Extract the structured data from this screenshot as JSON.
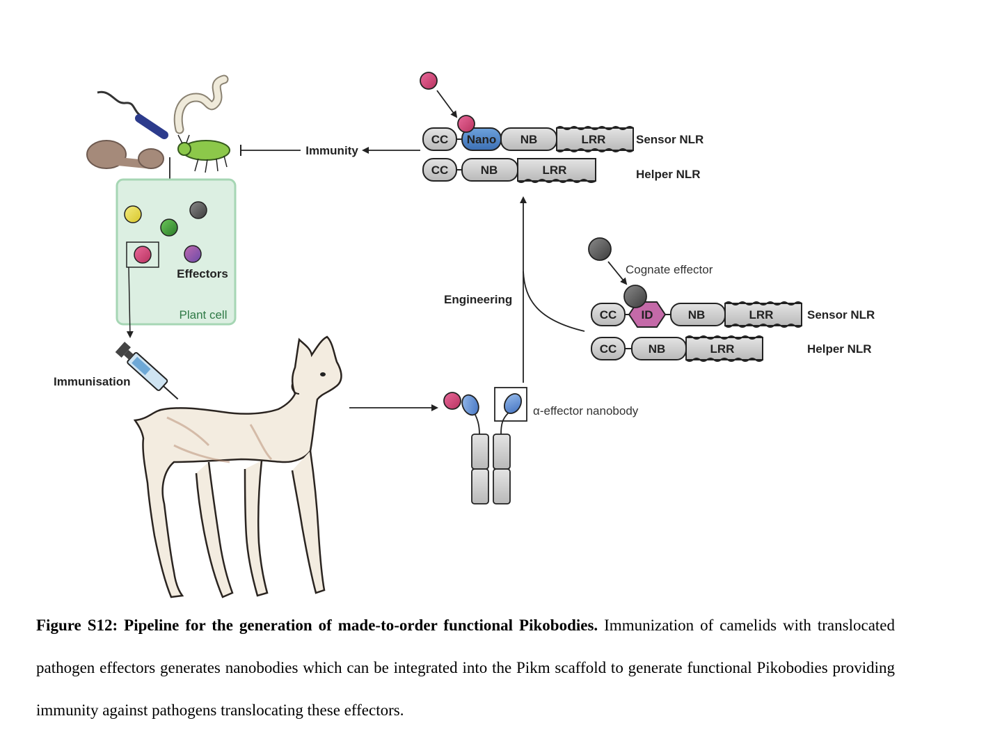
{
  "figure": {
    "labels": {
      "immunity": "Immunity",
      "effectors": "Effectors",
      "plant_cell": "Plant cell",
      "immunisation": "Immunisation",
      "engineering": "Engineering",
      "cognate_effector": "Cognate effector",
      "nanobody": "α-effector nanobody",
      "sensor_nlr": "Sensor NLR",
      "helper_nlr": "Helper NLR"
    },
    "domains": {
      "cc": "CC",
      "nano": "Nano",
      "nb": "NB",
      "lrr": "LRR",
      "id": "ID"
    },
    "colors": {
      "plant_cell_fill": "#dcefe2",
      "plant_cell_border": "#a6d6b4",
      "nano_domain": "#4f86c8",
      "id_domain": "#c46aa8",
      "effector_pink": "#d2477a",
      "effector_grey": "#5a5a5a",
      "effector_green": "#3a9a36",
      "effector_yellow": "#e4d84a",
      "effector_purple": "#8c5aa8"
    }
  },
  "caption": {
    "title": "Figure S12: Pipeline for the generation of made-to-order functional Pikobodies.",
    "body": " Immunization of camelids with translocated pathogen effectors generates nanobodies which can be integrated into the Pikm scaffold to generate functional Pikobodies providing immunity against pathogens translocating these effectors."
  }
}
